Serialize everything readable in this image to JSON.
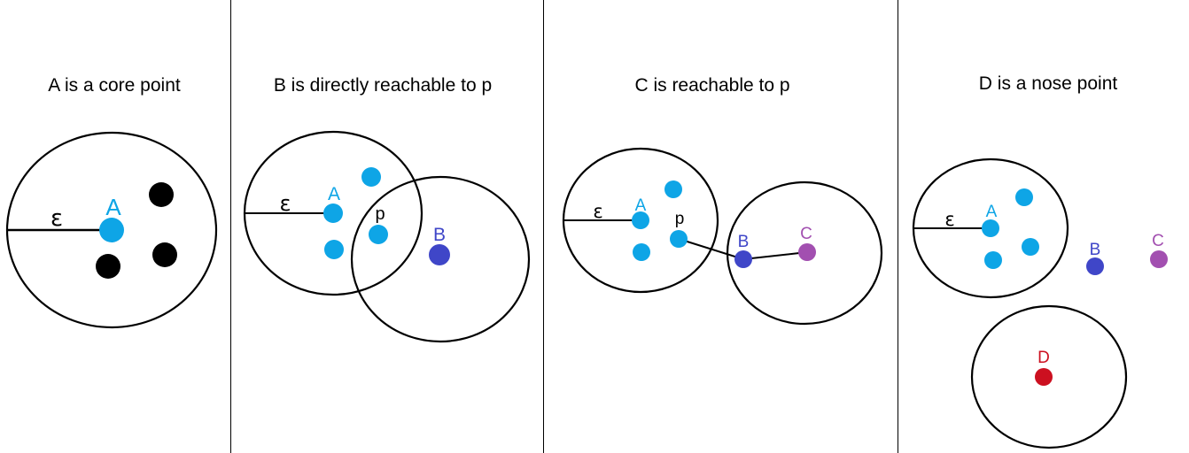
{
  "colors": {
    "core": "#0ea5e6",
    "border": "#3f46c8",
    "reach": "#a24fb0",
    "noise": "#cc1020",
    "other": "#000000",
    "line": "#000000"
  },
  "panels": [
    {
      "title": "A is a core point",
      "epsilon": "ε",
      "point_labels": {
        "A": "A"
      }
    },
    {
      "title": "B is directly reachable to p",
      "epsilon": "ε",
      "point_labels": {
        "A": "A",
        "p": "p",
        "B": "B"
      }
    },
    {
      "title": "C is reachable to p",
      "epsilon": "ε",
      "point_labels": {
        "A": "A",
        "p": "p",
        "B": "B",
        "C": "C"
      }
    },
    {
      "title": "D is a nose point",
      "epsilon": "ε",
      "point_labels": {
        "A": "A",
        "B": "B",
        "C": "C",
        "D": "D"
      }
    }
  ]
}
